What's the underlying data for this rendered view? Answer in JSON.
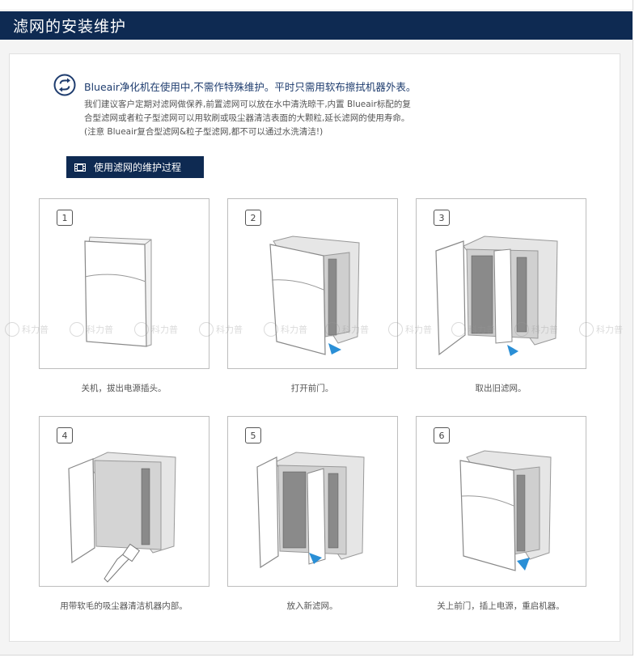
{
  "header": {
    "title": "滤网的安装维护"
  },
  "intro": {
    "main": "Blueair净化机在使用中,不需作特殊维护。平时只需用软布擦拭机器外表。",
    "body": [
      "我们建议客户定期对滤网做保养,前置滤网可以放在水中清洗晾干,内置 Blueair标配的复",
      "合型滤网或者粒子型滤网可以用软刷或吸尘器清洁表面的大颗粒,延长滤网的使用寿命。",
      "(注意 Blueair复合型滤网&粒子型滤网,都不可以通过水洗清洁!)"
    ]
  },
  "button": {
    "label": "使用滤网的维护过程"
  },
  "steps": [
    {
      "num": "1",
      "caption": "关机，拔出电源插头。"
    },
    {
      "num": "2",
      "caption": "打开前门。"
    },
    {
      "num": "3",
      "caption": "取出旧滤网。"
    },
    {
      "num": "4",
      "caption": "用带软毛的吸尘器清洁机器内部。"
    },
    {
      "num": "5",
      "caption": "放入新滤网。"
    },
    {
      "num": "6",
      "caption": "关上前门，插上电源，重启机器。"
    }
  ],
  "watermark": {
    "text": "科力普"
  },
  "colors": {
    "navy": "#0e2a52",
    "accent_blue": "#2a8fd6"
  }
}
